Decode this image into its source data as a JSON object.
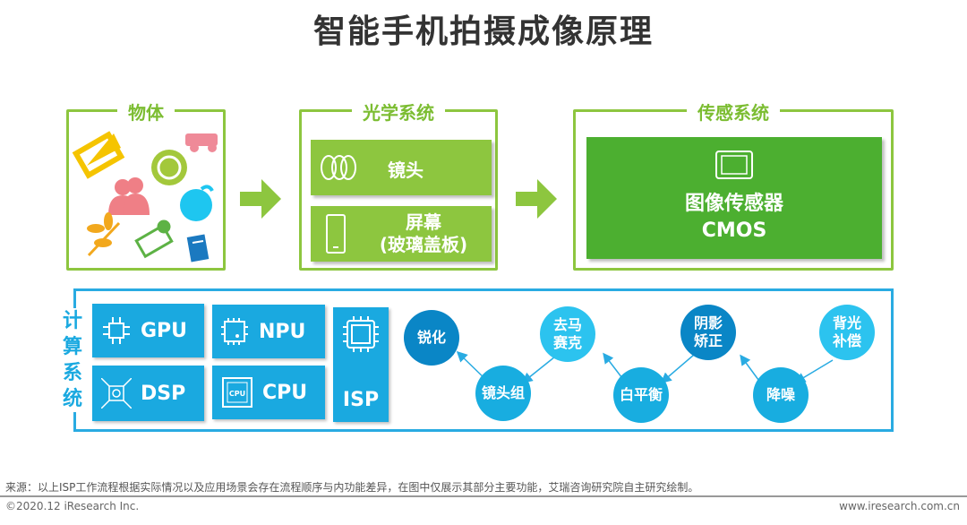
{
  "title": "智能手机拍摄成像原理",
  "objects": {
    "label": "物体"
  },
  "optics": {
    "label": "光学系统",
    "items": [
      "镜头",
      "屏幕",
      "(玻璃盖板)"
    ]
  },
  "sensor": {
    "label": "传感系统",
    "line1": "图像传感器",
    "line2": "CMOS"
  },
  "compute": {
    "label": "计算系统",
    "chips": [
      "GPU",
      "NPU",
      "DSP",
      "CPU",
      "ISP"
    ],
    "cpu_icon_text": "CPU"
  },
  "isp_steps": [
    {
      "label": "锐化",
      "tone": "dark"
    },
    {
      "label": "去马\n赛克",
      "tone": "light"
    },
    {
      "label": "阴影\n矫正",
      "tone": "dark"
    },
    {
      "label": "背光\n补偿",
      "tone": "light"
    },
    {
      "label": "镜头组",
      "tone": "mid"
    },
    {
      "label": "白平衡",
      "tone": "mid"
    },
    {
      "label": "降噪",
      "tone": "mid"
    }
  ],
  "colors": {
    "green": "#8dc63f",
    "sensor_green": "#4caf30",
    "blue": "#1aa9e0"
  },
  "footer": {
    "source": "来源：以上ISP工作流程根据实际情况以及应用场景会存在流程顺序与内功能差异，在图中仅展示其部分主要功能，艾瑞咨询研究院自主研究绘制。",
    "copyright": "©2020.12 iResearch Inc.",
    "website": "www.iresearch.com.cn"
  }
}
